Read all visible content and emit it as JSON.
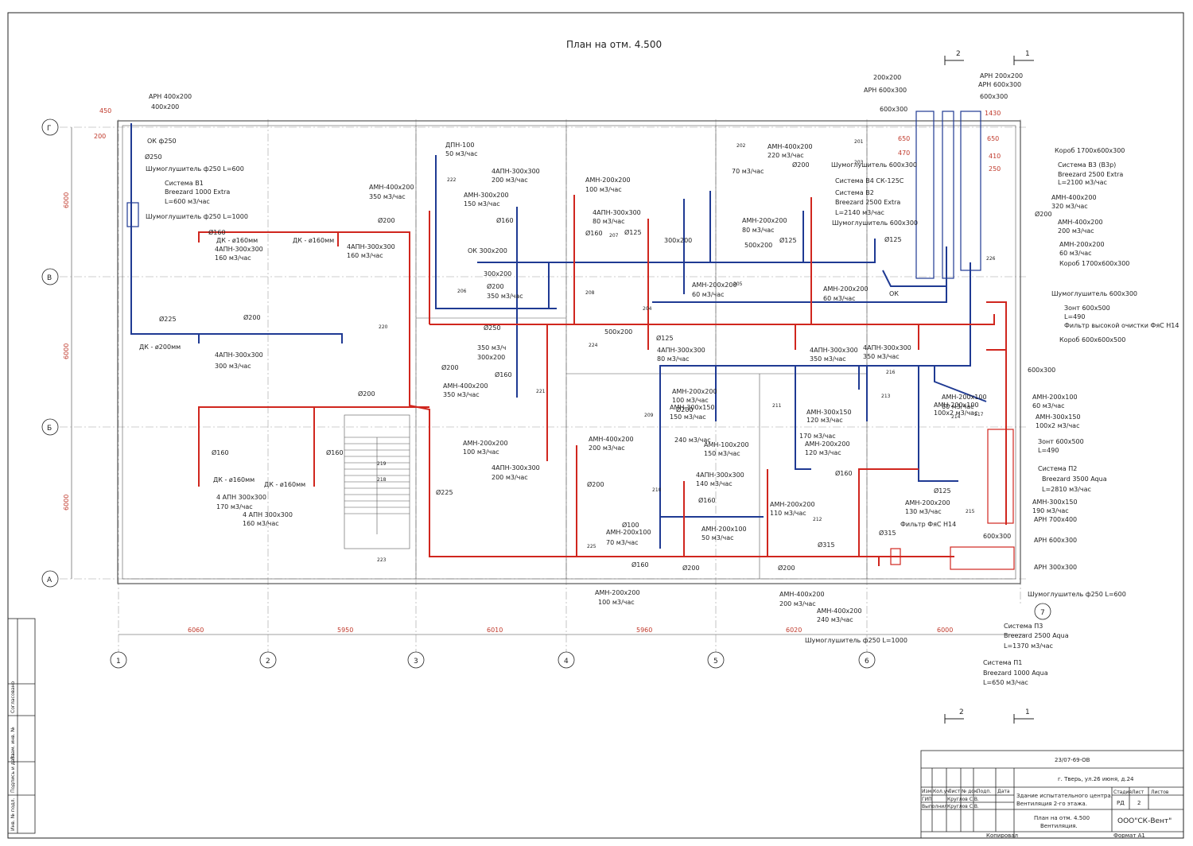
{
  "plan_title": "План на отм. 4.500",
  "section_marks": {
    "left": "2",
    "right": "1"
  },
  "axes_rows": [
    "Г",
    "В",
    "Б",
    "А"
  ],
  "axes_cols": [
    "1",
    "2",
    "3",
    "4",
    "5",
    "6",
    "7"
  ],
  "row_dims": [
    "6000",
    "6000",
    "6000"
  ],
  "col_dims": [
    "6060",
    "5950",
    "6010",
    "5960",
    "6020",
    "6000"
  ],
  "elev": {
    "e450": "450",
    "e200": "200",
    "e650a": "650",
    "e470": "470",
    "e650b": "650",
    "e410": "410",
    "e250": "250",
    "e1430": "1430"
  },
  "colors": {
    "supply": "#d0261e",
    "exhaust": "#1f3a93",
    "grid": "#9a9a9a",
    "wall": "#555555"
  },
  "labels_exhaust": [
    "АРН 400х200",
    "400х200",
    "ОК ф250",
    "Ø250",
    "Шумоглушитель ф250 L=600",
    "Система В1",
    "Breezard 1000 Extra",
    "L=600 м3/час",
    "Шумоглушитель ф250 L=1000",
    "Ø225",
    "Ø200",
    "ДК - ø200мм",
    "4АПН-300х300",
    "300 м3/час",
    "ДПН-100",
    "50 м3/час",
    "4АПН-300х300",
    "200 м3/час",
    "АМН-300х200",
    "150 м3/час",
    "Ø160",
    "ОК 300х200",
    "300х200",
    "Ø200",
    "350 м3/час",
    "АМН-200х200",
    "100 м3/час",
    "АМН-400х200",
    "220 м3/час",
    "70 м3/час",
    "Ø200",
    "Шумоглушитель 600х300",
    "Система В4 СК-125С",
    "Система В2",
    "Breezard 2500 Extra",
    "L=2140 м3/час",
    "Шумоглушитель 600х300",
    "Ø125",
    "АМН-200х200",
    "80 м3/час",
    "300х200",
    "500х200",
    "АМН-200х200",
    "60 м3/час",
    "Ø125",
    "ОК",
    "АМН-200х200",
    "60 м3/час",
    "Ø250",
    "350 м3/ч",
    "300х200",
    "Ø160",
    "АМН-200х200",
    "100 м3/час",
    "АМН-300х150",
    "150 м3/час",
    "Ø200",
    "240 м3/час",
    "АМН-300х150",
    "120 м3/час",
    "170 м3/час",
    "АМН-200х200",
    "120 м3/час",
    "Ø160",
    "АМН-200х100",
    "60 м3/час",
    "АМН-200х100",
    "100х2 м3/час",
    "Ø125",
    "АМН-200х200",
    "130 м3/час",
    "Ø100",
    "АМН-200х100",
    "70 м3/час",
    "АМН-200х100",
    "50 м3/час"
  ],
  "labels_supply": [
    "ДК - ø160мм",
    "4АПН-300х300",
    "160 м3/час",
    "Ø160",
    "Ø200",
    "ДК - ø160мм",
    "4АПН-300х300",
    "160 м3/час",
    "АМН-400х200",
    "350 м3/час",
    "Ø200",
    "Ø160",
    "ДК - ø160мм",
    "4 АПН 300х300",
    "170 м3/час",
    "ДК - ø160мм",
    "4 АПН 300х300",
    "160 м3/час",
    "Ø160",
    "Ø225",
    "Ø200",
    "АМН-200х200",
    "100 м3/час",
    "4АПН-300х300",
    "200 м3/час",
    "АМН-400х200",
    "350 м3/час",
    "4АПН-300х300",
    "80 м3/час",
    "Ø125",
    "Ø160",
    "500х200",
    "Ø125",
    "4АПН-300х300",
    "80 м3/час",
    "4АПН-300х300",
    "350 м3/час",
    "4АПН-300х300",
    "350 м3/час",
    "АМН-400х200",
    "200 м3/час",
    "Ø200",
    "АМН-100х200",
    "150 м3/час",
    "4АПН-300х300",
    "140 м3/час",
    "Ø160",
    "АМН-200х200",
    "110 м3/час",
    "Ø315",
    "Ø315",
    "Фильтр ФяС Н14",
    "АМН-200х200",
    "100 м3/час",
    "АМН-400х200",
    "200 м3/час",
    "АМН-400х200",
    "240 м3/час",
    "Шумоглушитель ф250 L=1000",
    "Ø160",
    "Ø200",
    "Ø200"
  ],
  "labels_right": [
    "АРН 200х200",
    "АРН 600х300",
    "600х300",
    "200х200",
    "АРН 600х300",
    "600х300",
    "Короб 1700х600х300",
    "Система В3 (В3р)",
    "Breezard 2500 Extra",
    "L=2100 м3/час",
    "АМН-400х200",
    "320 м3/час",
    "Ø200",
    "АМН-400х200",
    "200 м3/час",
    "АМН-200х200",
    "60 м3/час",
    "Короб 1700х600х300",
    "Шумоглушитель 600х300",
    "Зонт 600х500",
    "L=490",
    "Фильтр высокой очистки ФяС Н14",
    "Короб 600х600х500",
    "600х300",
    "АМН-200х100",
    "60 м3/час",
    "АМН-300х150",
    "100х2 м3/час",
    "Зонт 600х500",
    "L=490",
    "Система П2",
    "Breezard 3500 Aqua",
    "L=2810 м3/час",
    "АМН-300х150",
    "190 м3/час",
    "АРН 700х400",
    "600х300",
    "АРН 600х300",
    "АРН 300х300",
    "Шумоглушитель ф250 L=600",
    "Система П3",
    "Breezard 2500 Aqua",
    "L=1370 м3/час",
    "Система П1",
    "Breezard 1000 Aqua",
    "L=650 м3/час"
  ],
  "rooms": [
    "220",
    "219",
    "218",
    "222",
    "221",
    "223",
    "224",
    "225",
    "201",
    "202",
    "203",
    "204",
    "205",
    "206",
    "207",
    "208",
    "209",
    "210",
    "211",
    "212",
    "213",
    "214",
    "215",
    "216",
    "217",
    "226"
  ],
  "side_stamp": [
    "Согласовано",
    "Взам. инв. №",
    "Подпись и дата",
    "Инв. № подл."
  ],
  "title_block": {
    "doc_code": "23/07-69-ОВ",
    "address": "г. Тверь, ул.26 июня, д.24",
    "project_line1": "Здание испытательного центра.",
    "project_line2": "Вентиляция 2-го этажа.",
    "sheet_title1": "План на отм. 4.500",
    "sheet_title2": "Вентиляция.",
    "company": "ООО\"СК-Вент\"",
    "hdr_cols": [
      "Изм.",
      "Кол.уч.",
      "Лист",
      "№ док.",
      "Подп.",
      "Дата"
    ],
    "role1": "ГИП",
    "name1": "Круглов С.В.",
    "role2": "Выполнил",
    "name2": "Круглов С.В.",
    "stage_hdr": "Стадия",
    "sheet_hdr": "Лист",
    "sheets_hdr": "Листов",
    "stage": "РД",
    "sheet": "2",
    "sheets": "",
    "copied": "Копировал",
    "format": "Формат А1"
  }
}
